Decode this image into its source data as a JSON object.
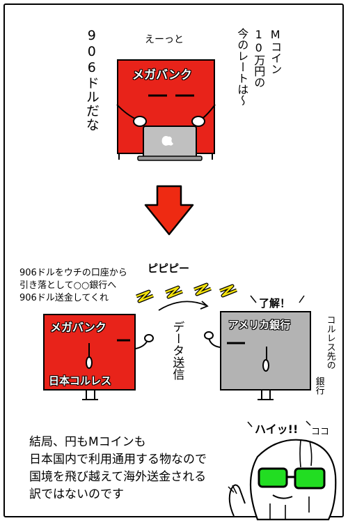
{
  "top": {
    "thought_vertical": "906ドルだな",
    "speech_small": "えーっと",
    "right_vertical_lines": [
      "Mコイン",
      "10万円の",
      "今のレートは〜"
    ],
    "bank_label": "メガバンク"
  },
  "middle": {
    "sound_effect": "ピピピー",
    "instruction_lines": [
      "906ドルをウチの口座から",
      "引き落として○○銀行へ",
      "906ドル送金してくれ"
    ],
    "reply": "了解！",
    "left_bank_label": "メガバンク",
    "left_bank_sub": "日本コルレス",
    "data_label": "データ送信",
    "right_bank_label": "アメリカ銀行",
    "right_side_note": [
      "コルレス先の",
      "銀行"
    ]
  },
  "bottom": {
    "caption_lines": [
      "結局、円もMコインも",
      "日本国内で利用通用する物なので",
      "国境を飛び越えて海外送金される",
      "訳ではないのです"
    ],
    "exclaim": "ハイッ!!",
    "exclaim_small": "ココ"
  },
  "colors": {
    "red": "#e8231a",
    "gray": "#b3b3b3",
    "green": "#22dd22",
    "arrow": "#ee2a12"
  }
}
